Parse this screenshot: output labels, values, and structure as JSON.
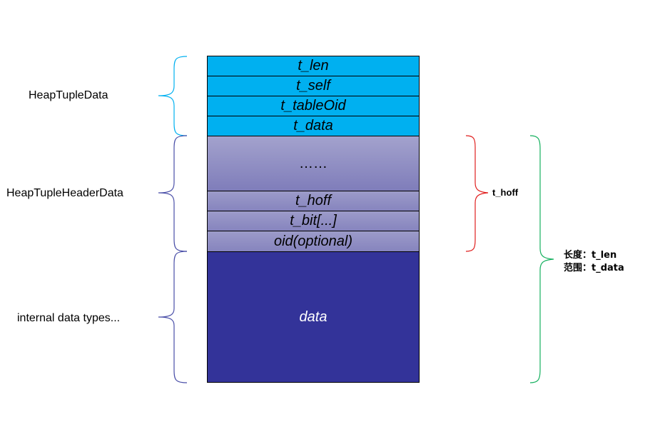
{
  "fields": {
    "t_len": "t_len",
    "t_self": "t_self",
    "t_tableOid": "t_tableOid",
    "t_data": "t_data",
    "ellipsis": "……",
    "t_hoff": "t_hoff",
    "t_bit": "t_bit[...]",
    "oid": "oid(optional)",
    "data": "data"
  },
  "left_labels": {
    "heap_tuple_data": "HeapTupleData",
    "heap_tuple_header_data": "HeapTupleHeaderData",
    "internal_data_types": "internal data types..."
  },
  "right_labels": {
    "t_hoff_brace": "t_hoff",
    "length_note": "长度：t_len",
    "range_note": "范围：t_data"
  },
  "colors": {
    "header_struct": "#00b0f0",
    "tuple_header": "#8684be",
    "data_block": "#333399",
    "brace_blue": "#00b0f0",
    "brace_navy": "#4a4fa8",
    "brace_red": "#e0201f",
    "brace_green": "#14b05e"
  }
}
